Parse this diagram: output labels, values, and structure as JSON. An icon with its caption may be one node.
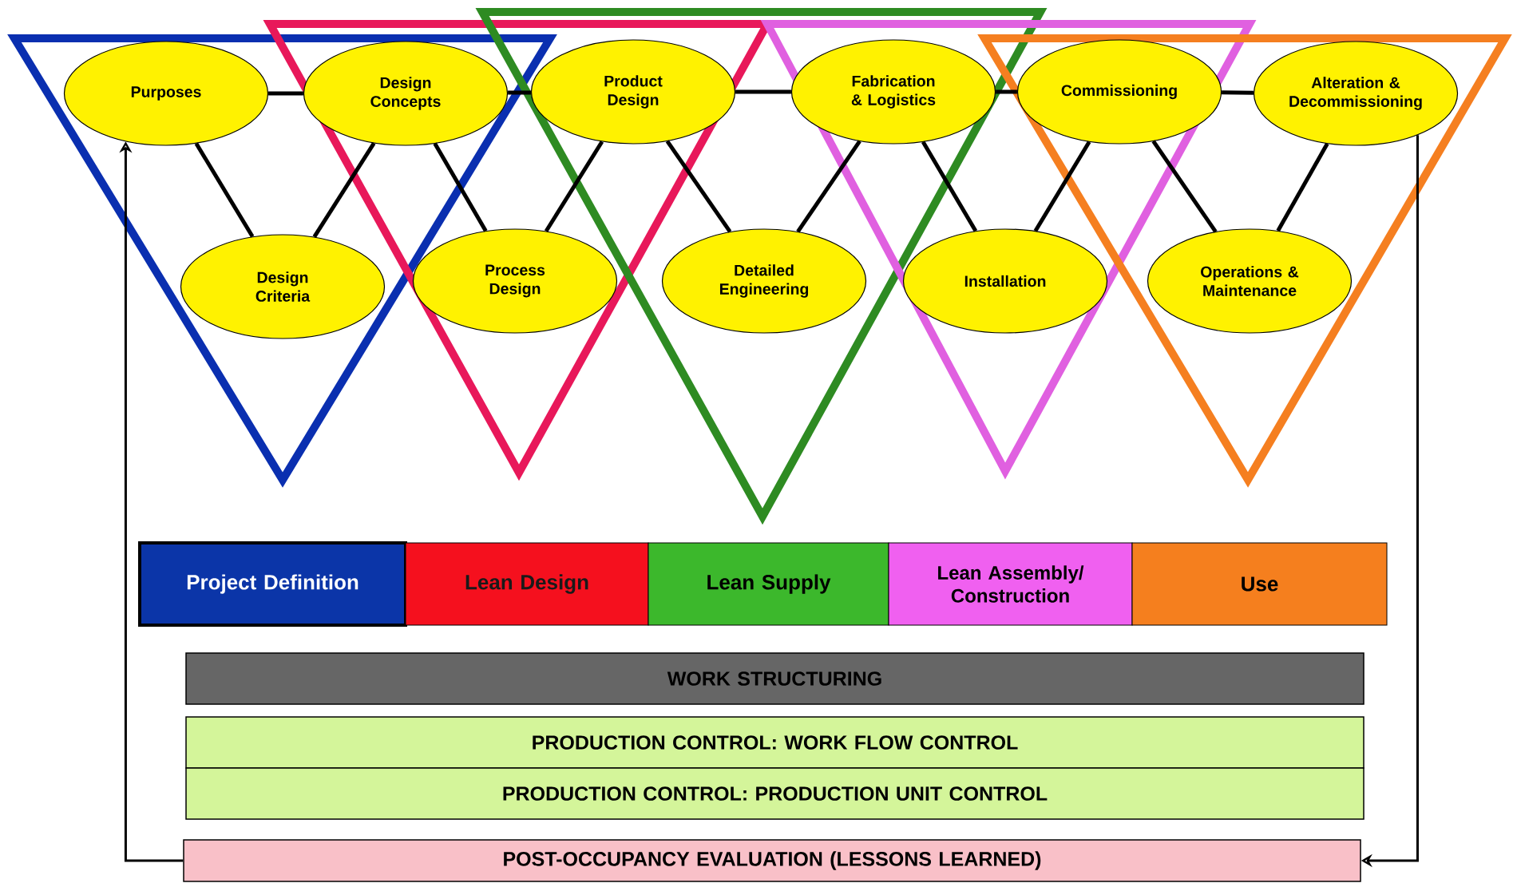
{
  "diagram": {
    "nodes": [
      {
        "text": [
          "Purposes"
        ]
      },
      {
        "text": [
          "Design Concepts"
        ]
      },
      {
        "text": [
          "Product Design"
        ]
      },
      {
        "text": [
          "Fabrication & Logistics"
        ]
      },
      {
        "text": [
          "Commissioning"
        ]
      },
      {
        "text": [
          "Alteration & Decommissioning"
        ]
      },
      {
        "text": [
          "Design Criteria"
        ]
      },
      {
        "text": [
          "Process Design"
        ]
      },
      {
        "text": [
          "Detailed Engineering"
        ]
      },
      {
        "text": [
          "Installation"
        ]
      },
      {
        "text": [
          "Operations & Maintenance"
        ]
      },
      {
        "text": [
          "Project Definition"
        ]
      },
      {
        "text": [
          "Lean Design"
        ]
      },
      {
        "text": [
          "Lean Supply"
        ]
      },
      {
        "text": [
          "Lean Assembly/ Construction"
        ]
      },
      {
        "text": [
          "Use"
        ]
      },
      {
        "text": [
          "WORK STRUCTURING"
        ]
      },
      {
        "text": [
          "PRODUCTION CONTROL: WORK FLOW CONTROL"
        ]
      },
      {
        "text": [
          "PRODUCTION CONTROL: PRODUCTION UNIT CONTROL"
        ]
      },
      {
        "text": [
          "POST-OCCUPANCY EVALUATION (LESSONS LEARNED)"
        ]
      }
    ],
    "edges": [
      {
        "from": 0,
        "to": 1,
        "arrow": "none"
      },
      {
        "from": 1,
        "to": 2,
        "arrow": "none"
      },
      {
        "from": 2,
        "to": 3,
        "arrow": "none"
      },
      {
        "from": 3,
        "to": 4,
        "arrow": "none"
      },
      {
        "from": 4,
        "to": 5,
        "arrow": "none"
      },
      {
        "from": 0,
        "to": 6,
        "arrow": "none"
      },
      {
        "from": 6,
        "to": 1,
        "arrow": "none"
      },
      {
        "from": 1,
        "to": 7,
        "arrow": "none"
      },
      {
        "from": 7,
        "to": 2,
        "arrow": "none"
      },
      {
        "from": 2,
        "to": 8,
        "arrow": "none"
      },
      {
        "from": 8,
        "to": 3,
        "arrow": "none"
      },
      {
        "from": 3,
        "to": 9,
        "arrow": "none"
      },
      {
        "from": 9,
        "to": 4,
        "arrow": "none"
      },
      {
        "from": 4,
        "to": 10,
        "arrow": "none"
      },
      {
        "from": 10,
        "to": 5,
        "arrow": "none"
      },
      {
        "from": 5,
        "to": 19,
        "arrow": "to"
      },
      {
        "from": 19,
        "to": 0,
        "arrow": "to"
      }
    ]
  }
}
